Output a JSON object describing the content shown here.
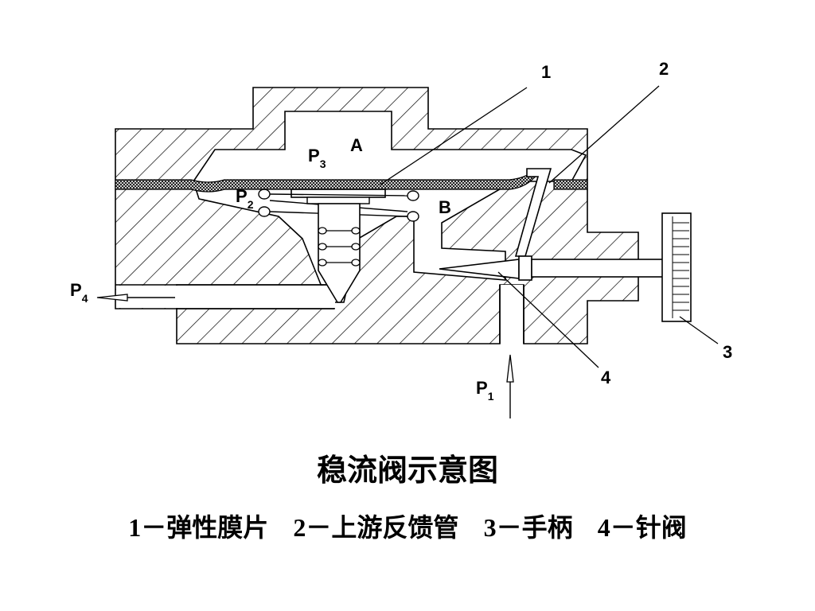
{
  "diagram": {
    "title": "稳流阀示意图",
    "labels": {
      "chamber_a": "A",
      "chamber_b": "B",
      "p1": "P",
      "p1_sub": "1",
      "p2": "P",
      "p2_sub": "2",
      "p3": "P",
      "p3_sub": "3",
      "p4": "P",
      "p4_sub": "4",
      "callout_1": "1",
      "callout_2": "2",
      "callout_3": "3",
      "callout_4": "4"
    },
    "legend": [
      {
        "num": "1",
        "sep": "－",
        "text": "弹性膜片"
      },
      {
        "num": "2",
        "sep": "－",
        "text": "上游反馈管"
      },
      {
        "num": "3",
        "sep": "－",
        "text": "手柄"
      },
      {
        "num": "4",
        "sep": "－",
        "text": "针阀"
      }
    ]
  }
}
